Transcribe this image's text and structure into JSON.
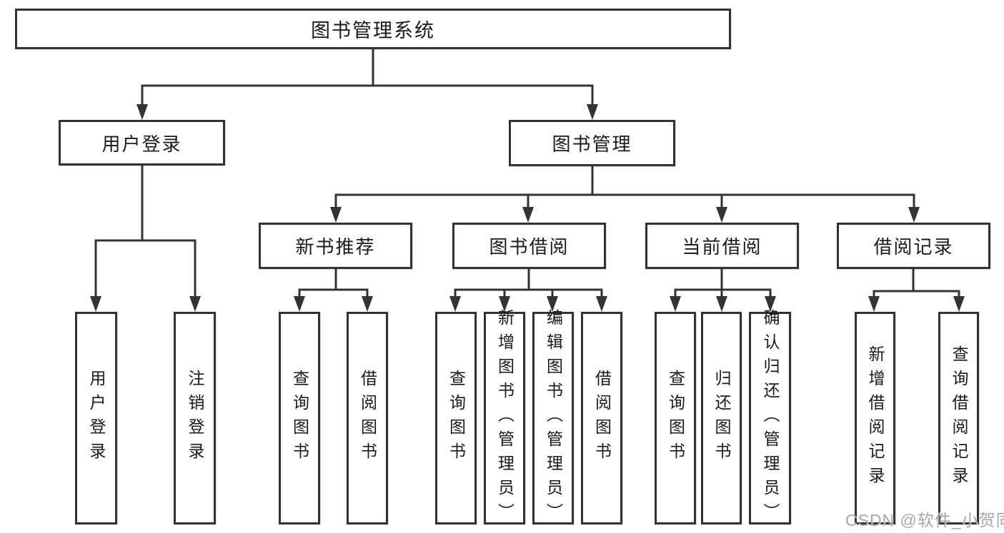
{
  "nodes": {
    "root": "图书管理系统",
    "user_login": "用户登录",
    "book_mgmt": "图书管理",
    "new_book_rec": "新书推荐",
    "book_borrow": "图书借阅",
    "current_borrow": "当前借阅",
    "borrow_records": "借阅记录",
    "ul_login": "用户登录",
    "ul_logout": "注销登录",
    "nb_query": "查询图书",
    "nb_borrow": "借阅图书",
    "bb_query": "查询图书",
    "bb_add": "新增图书（管理员）",
    "bb_edit": "编辑图书（管理员）",
    "bb_borrow": "借阅图书",
    "cb_query": "查询图书",
    "cb_return": "归还图书",
    "cb_confirm": "确认归还（管理员）",
    "br_add": "新增借阅记录",
    "br_query": "查询借阅记录"
  },
  "watermark": "CSDN @软件_小贺同学",
  "colors": {
    "line": "#333333",
    "text": "#1a1a1a",
    "background": "#ffffff",
    "watermark": "#a6a6a6"
  }
}
